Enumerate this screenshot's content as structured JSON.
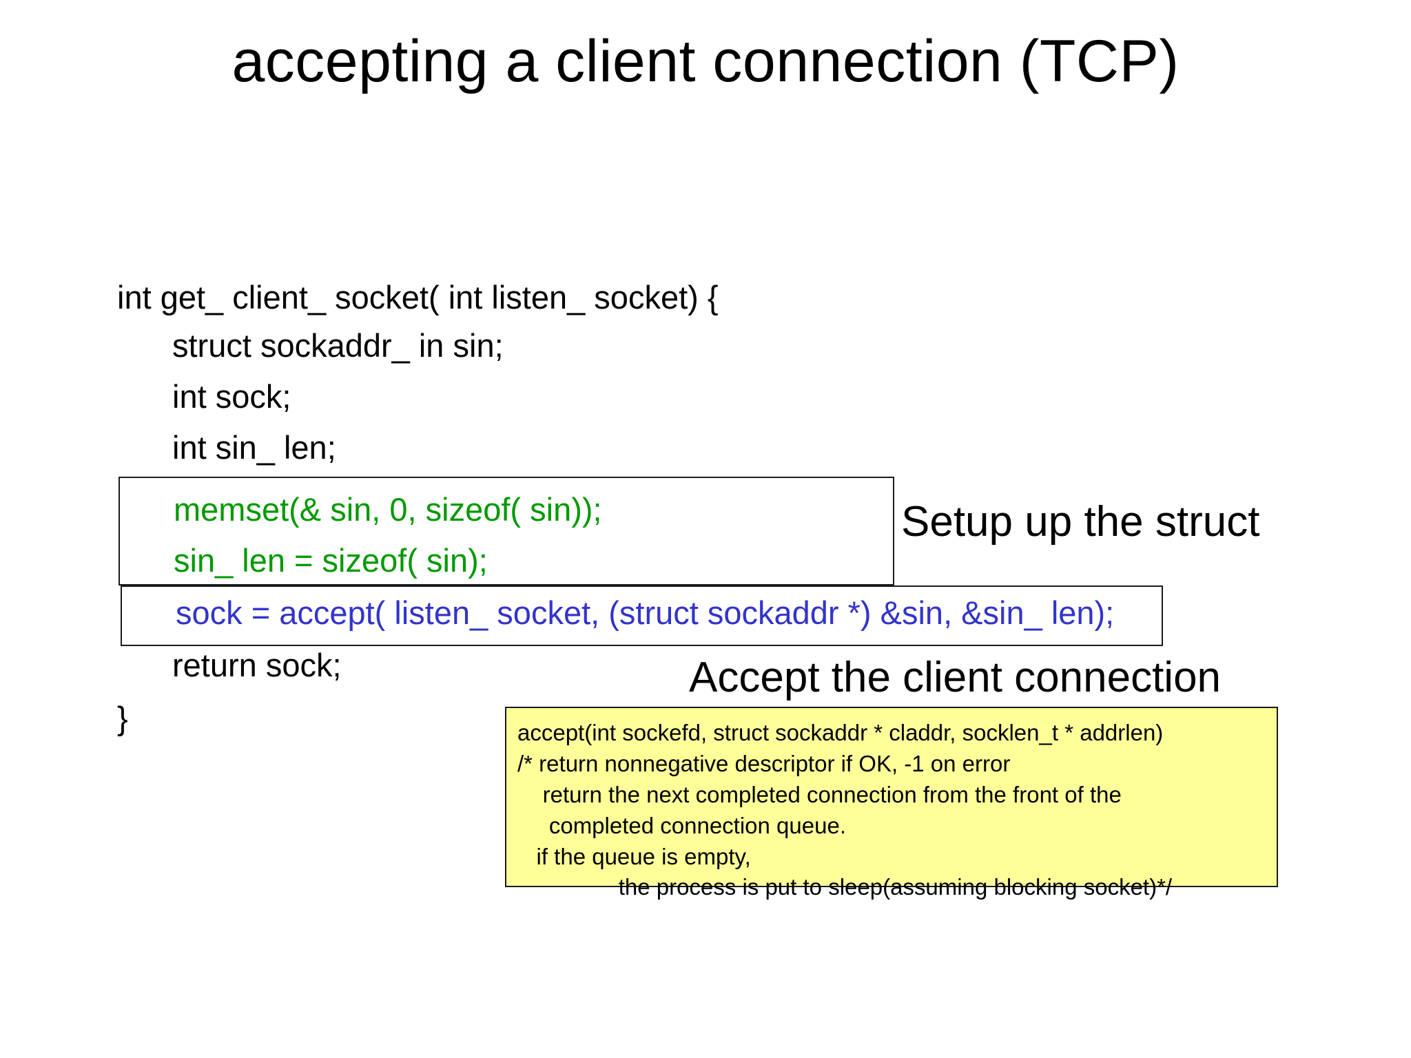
{
  "slide": {
    "title": "accepting a client connection (TCP)",
    "background_color": "#ffffff"
  },
  "colors": {
    "plain_code": "#000000",
    "setup_code": "#009900",
    "accept_code": "#3333cc",
    "callout_background": "#ffff99",
    "border": "#1a1a1a"
  },
  "code": {
    "lines": [
      {
        "text": "int get_ client_ socket( int listen_ socket) {",
        "color": "#000000"
      },
      {
        "text": "struct sockaddr_ in sin;",
        "color": "#000000"
      },
      {
        "text": "int sock;",
        "color": "#000000"
      },
      {
        "text": "int sin_ len;",
        "color": "#000000"
      },
      {
        "text": "return sock;",
        "color": "#000000"
      },
      {
        "text": "}",
        "color": "#000000"
      }
    ]
  },
  "setup_box": {
    "lines": [
      "memset(& sin, 0, sizeof( sin));",
      "sin_ len = sizeof( sin);"
    ],
    "color": "#009900"
  },
  "accept_box": {
    "lines": [
      "sock = accept( listen_ socket, (struct sockaddr *) &sin, &sin_ len);"
    ],
    "color": "#3333cc"
  },
  "annotations": {
    "setup": "Setup up the struct",
    "accept": "Accept the client connection"
  },
  "callout": {
    "lines": [
      "accept(int sockefd, struct sockaddr * claddr, socklen_t * addrlen)",
      "/* return nonnegative descriptor if OK, -1 on error",
      "    return the next completed connection from the front of the",
      "     completed connection queue.",
      "   if the queue is empty,",
      "                the process is put to sleep(assuming blocking socket)*/"
    ],
    "background": "#ffff99"
  }
}
